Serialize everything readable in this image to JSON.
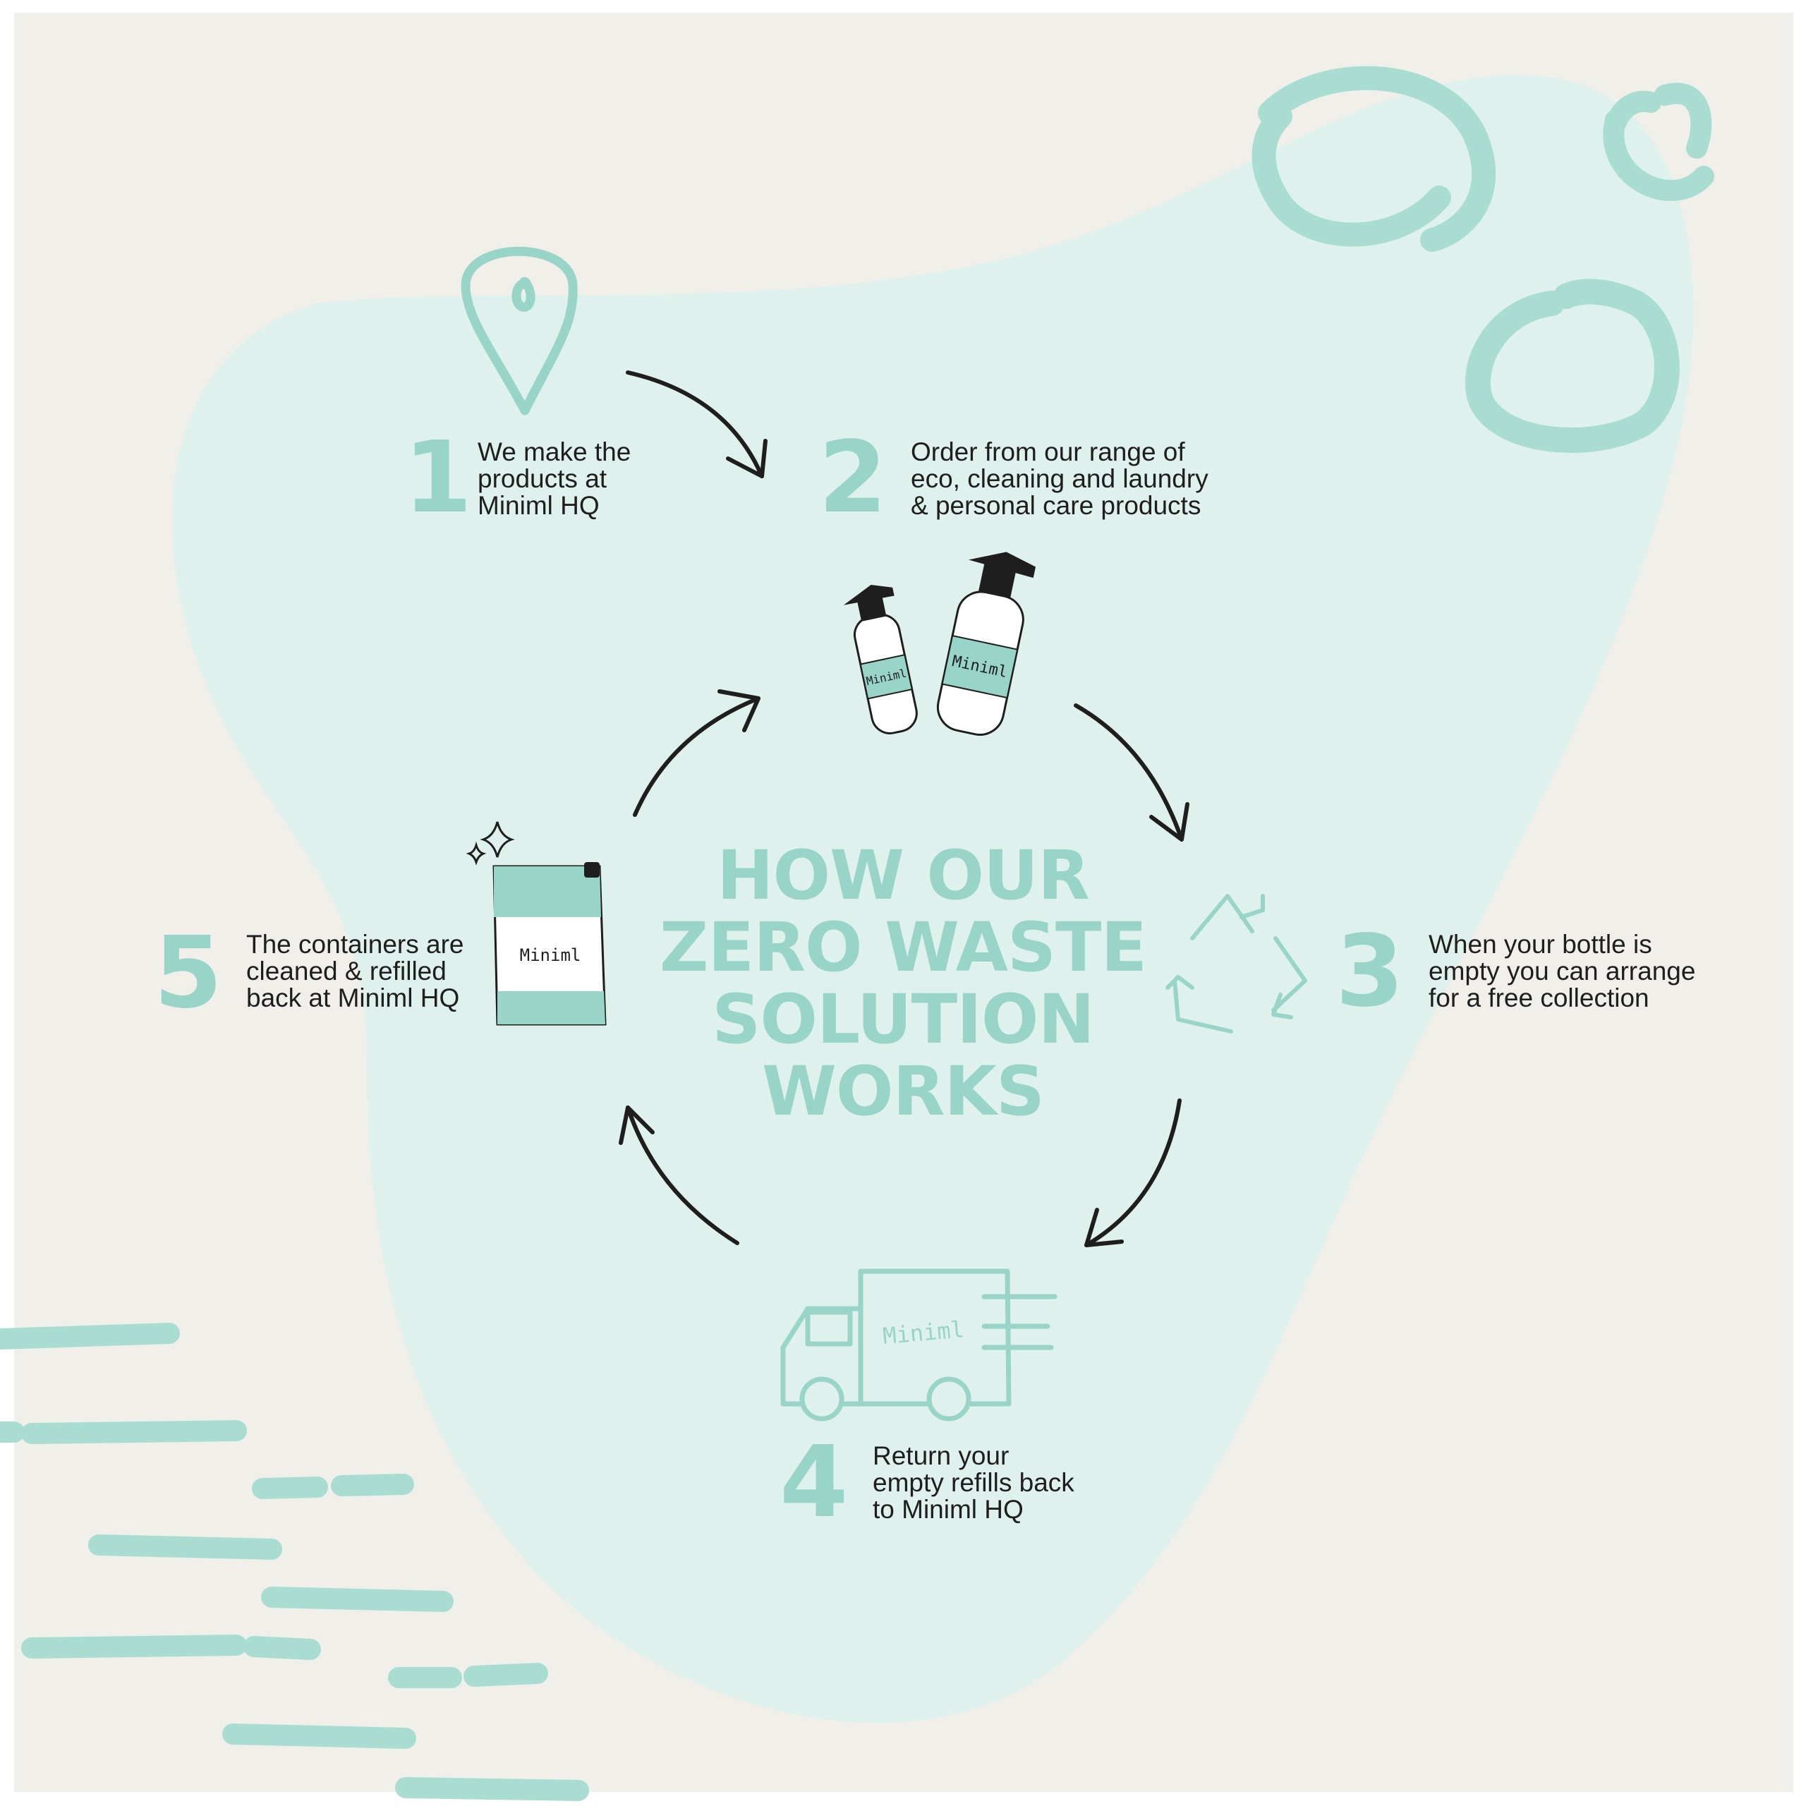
{
  "colors": {
    "background": "#f0efea",
    "blob": "#dff1ed",
    "accent": "#98d5c8",
    "ink": "#1e1e1e"
  },
  "title": {
    "lines": [
      "HOW OUR",
      "ZERO WASTE",
      "SOLUTION",
      "WORKS"
    ]
  },
  "steps": [
    {
      "number": "1",
      "lines": [
        "We make the",
        "products at",
        "Miniml HQ"
      ],
      "icon": "map-pin-icon"
    },
    {
      "number": "2",
      "lines": [
        "Order from our range of",
        "eco, cleaning and laundry",
        "& personal care products"
      ],
      "icon": "spray-bottles-icon"
    },
    {
      "number": "3",
      "lines": [
        "When your bottle is",
        "empty you can arrange",
        "for a free collection"
      ],
      "icon": "recycle-icon"
    },
    {
      "number": "4",
      "lines": [
        "Return your",
        "empty refills back",
        "to Miniml HQ"
      ],
      "icon": "delivery-van-icon"
    },
    {
      "number": "5",
      "lines": [
        "The containers are",
        "cleaned & refilled",
        "back at Miniml HQ"
      ],
      "icon": "refill-pouch-icon"
    }
  ],
  "brand_label": "Miniml"
}
